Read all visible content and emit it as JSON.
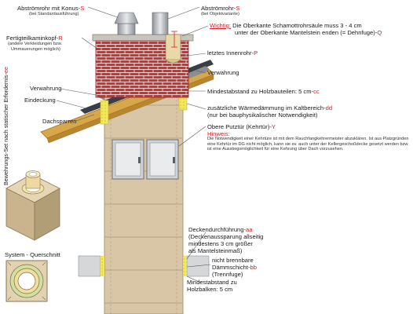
{
  "labels": {
    "abstroehrrohr_konus_l1": "Abströmrohr mit Konus-",
    "abstroehrrohr_konus_code": "S",
    "abstroehrrohr_konus_l2": "(bei Standardausführung)",
    "abstroehrrohr_l1": "Abströmrohr-",
    "abstroehrrohr_code": "S",
    "abstroehrrohr_l2": "(bei Objektvariante)",
    "wichtig_title": "Wichtig:",
    "wichtig_l1": " Die Oberkante Schamottrohrsäule muss 3 - 4 cm",
    "wichtig_l2": "unter der Oberkante Mantelstein enden (= Dehnfuge)-",
    "wichtig_code": "Q",
    "kopf_l1": "Fertigteilkaminkopf-",
    "kopf_code": "R",
    "kopf_l2": "(andere Verkleidungen bzw.",
    "kopf_l3": "Ummauerungen möglich)",
    "innenrohr": "letztes Innenrohr-",
    "innenrohr_code": "P",
    "verwahrung_right": "Verwahrung",
    "mindestabstand_top": "Mindestabstand zu Holzbauteilen: 5 cm-",
    "mindestabstand_top_code": "cc",
    "verwahrung_left": "Verwahrung",
    "eindeckung": "Eindeckung",
    "daemmung_l1": "zusätzliche Wärmedämmung im Kaltbereich-",
    "daemmung_code": "dd",
    "daemmung_l2": "(nur bei bauphysikalischer Notwendigkeit)",
    "dachsparren": "Dachsparren",
    "putztuer": "Obere Putztür (Kehrtür)-",
    "putztuer_code": "Y",
    "hinweis_title": "Hinweis:",
    "hinweis_text": "Die Notwendigkeit einer Kehrtüre ist mit dem Rauchfangkehrermeister abzuklären. Ist aus Platzgründen eine Kehrtür im DG nicht möglich, kann sie ev. auch unter der Kellergeschoßdecke gesetzt werden bzw. ist eine Ausstiegsmöglichkeit für eine Kehrung über Dach vorzusehen.",
    "deckendurchfuehrung_l1": "Deckendurchführung-",
    "deckendurchfuehrung_code": "aa",
    "deckendurchfuehrung_l2": "(Deckenaussparung allseitig",
    "deckendurchfuehrung_l3": "mindestens 3 cm größer",
    "deckendurchfuehrung_l4": "als Mantelsteinmaß)",
    "daemmschicht_l1": "nicht brennbare",
    "daemmschicht_l2": "Dämmschicht-",
    "daemmschicht_code": "bb",
    "daemmschicht_l3": "(Trennfuge)",
    "mindestabstand_bottom_l1": "Mindestabstand zu",
    "mindestabstand_bottom_l2": "Holzbalken: 5 cm",
    "system_querschnitt": "System - Querschnitt",
    "bewehrung_vertical": "Bewehrungs-Set nach statischer Erfordernis-",
    "bewehrung_code": "ee"
  },
  "colors": {
    "accent_red": "#d0202a",
    "brick": "#c8343a",
    "mantel": "#d8c6a6",
    "wood": "#d8a74a",
    "insulation": "#f0e040"
  }
}
